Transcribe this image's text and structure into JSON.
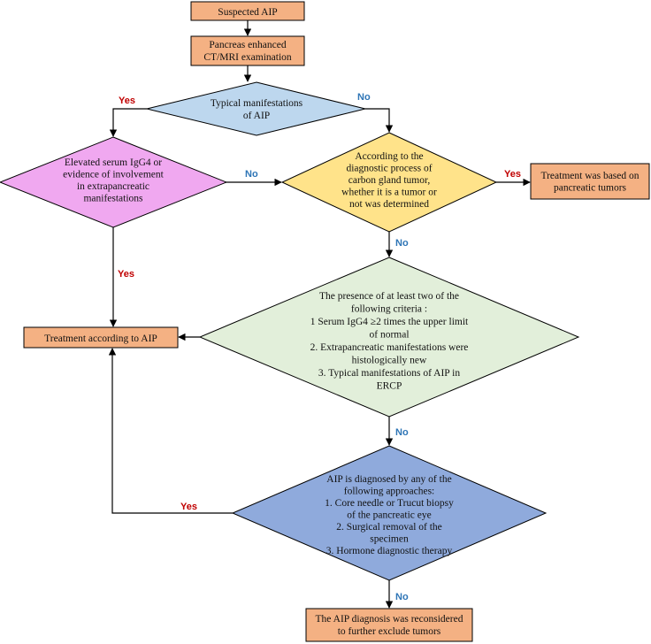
{
  "colors": {
    "box": "#f4b183",
    "diamond_typical": "#bdd7ee",
    "diamond_igg4": "#f0a8f0",
    "diamond_tumor": "#ffe38a",
    "diamond_criteria": "#e2efda",
    "diamond_approach": "#8faadc",
    "yes_label": "#c00000",
    "no_label": "#2e75b6"
  },
  "nodes": {
    "suspected": [
      "Suspected AIP"
    ],
    "ct_mri": [
      "Pancreas enhanced",
      "CT/MRI examination"
    ],
    "typical": [
      "Typical manifestations",
      "of AIP"
    ],
    "igg4": [
      "Elevated serum IgG4 or",
      "evidence of involvement",
      "in extrapancreatic",
      "manifestations"
    ],
    "tumor_process": [
      "According to the",
      "diagnostic process of",
      "carbon gland tumor,",
      "whether it is a tumor or",
      "not was determined"
    ],
    "treat_tumor": [
      "Treatment was based on",
      "pancreatic tumors"
    ],
    "treat_aip": [
      "Treatment according to AIP"
    ],
    "criteria": [
      "The presence of at least two of the",
      "following criteria :",
      "1 Serum IgG4 ≥2 times the upper limit",
      "of normal",
      "2. Extrapancreatic manifestations were",
      "histologically new",
      "3. Typical manifestations of AIP in",
      "ERCP"
    ],
    "approaches": [
      "AIP is diagnosed by any of the",
      "following approaches:",
      "1.     Core needle or Trucut biopsy",
      "of the pancreatic eye",
      "2. Surgical removal of the",
      "specimen",
      "3. Hormone diagnostic therapy"
    ],
    "reconsider": [
      "The AIP diagnosis was reconsidered",
      "to further exclude tumors"
    ]
  },
  "labels": {
    "yes_typical": "Yes",
    "no_typical": "No",
    "no_igg4": "No",
    "yes_tumor": "Yes",
    "yes_igg4": "Yes",
    "no_tumor": "No",
    "no_criteria": "No",
    "yes_approaches": "Yes",
    "no_approaches": "No"
  }
}
